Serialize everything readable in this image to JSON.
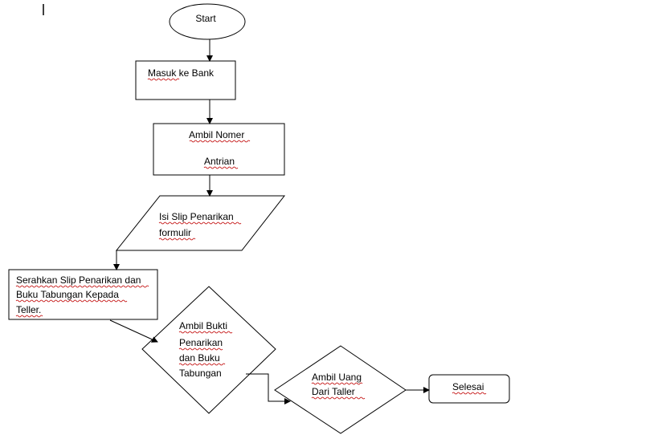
{
  "flowchart": {
    "start": "Start",
    "masuk": "Masuk ke Bank",
    "ambil_nomer_1": "Ambil Nomer",
    "ambil_nomer_2": "Antrian",
    "isi_slip_1": "Isi  Slip Penarikan",
    "isi_slip_2": "formulir",
    "serahkan_1": "Serahkan Slip  Penarikan dan",
    "serahkan_2": "Buku Tabungan Kepada",
    "serahkan_3": "Teller.",
    "bukti_1": "Ambil  Bukti",
    "bukti_2": "Penarikan",
    "bukti_3": "dan    Buku",
    "bukti_4": "Tabungan",
    "uang_1": "Ambil Uang",
    "uang_2": "Dari  Taller",
    "selesai": "Selesai"
  }
}
